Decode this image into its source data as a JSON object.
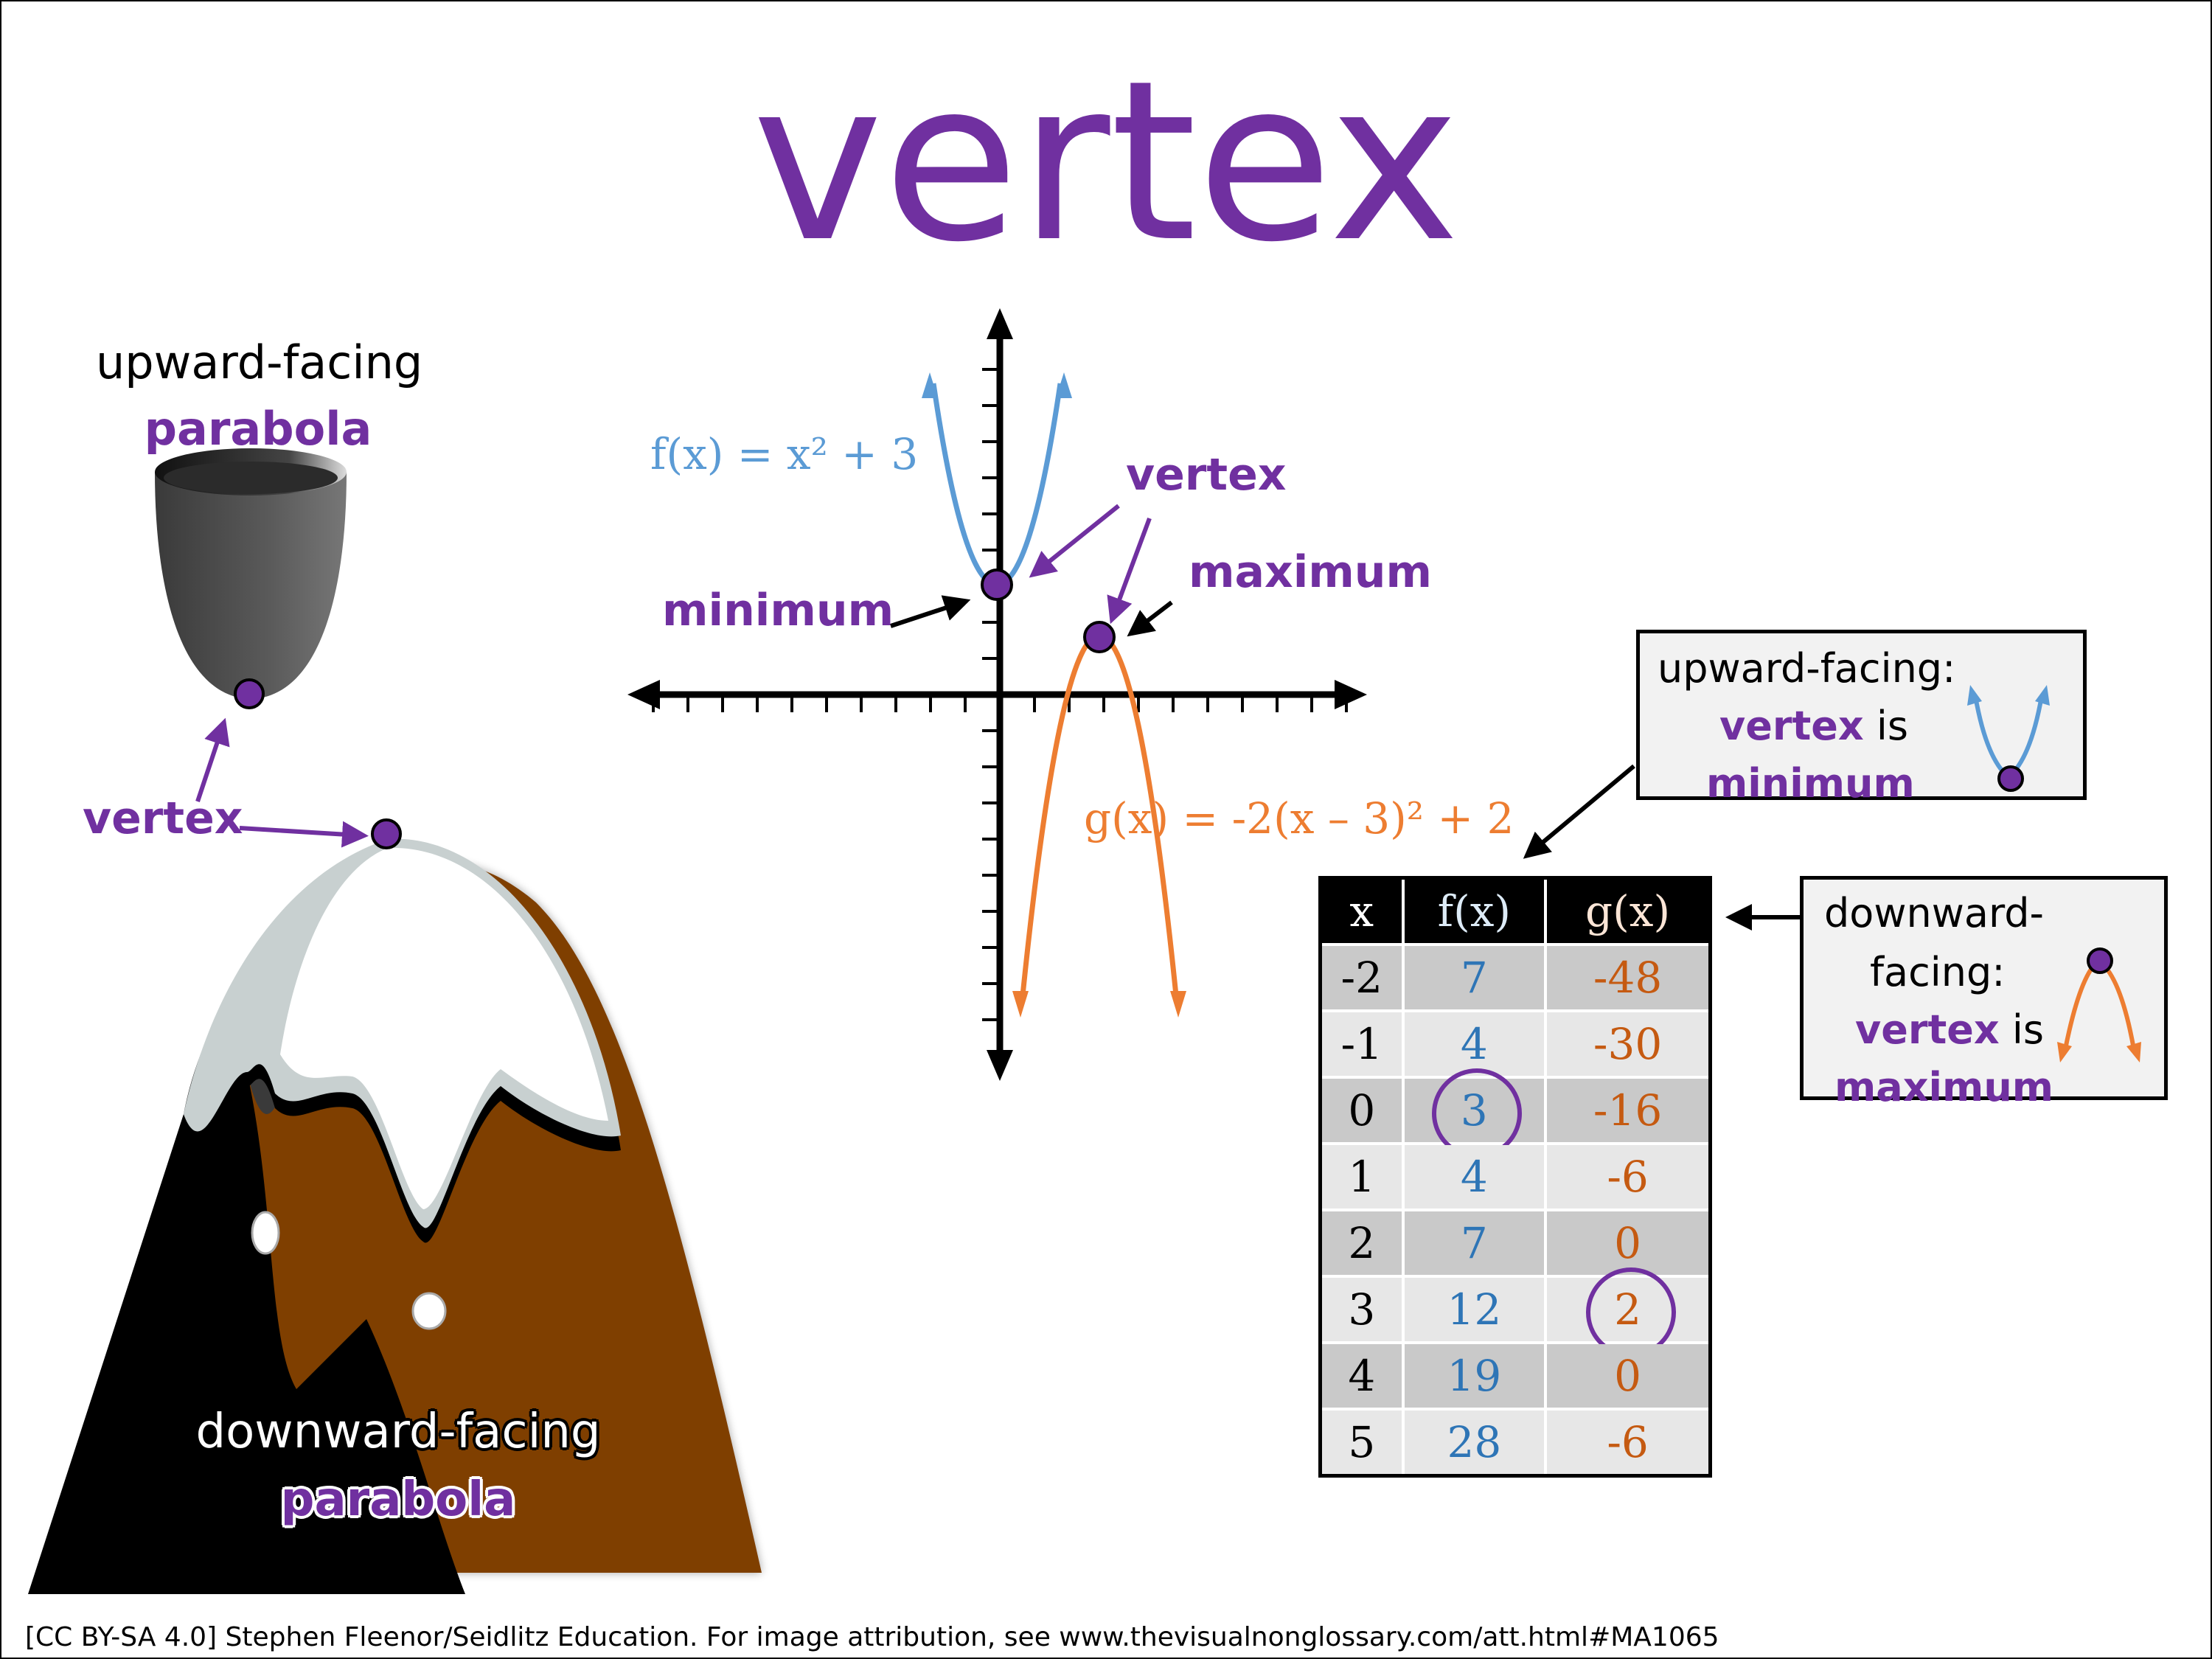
{
  "title": "vertex",
  "colors": {
    "purple": "#7030a0",
    "f_curve": "#5b9bd5",
    "g_curve": "#ed7d31",
    "f_table": "#2e75b6",
    "g_table": "#c55a11",
    "mountain": "#7f3f00"
  },
  "left": {
    "cup_caption_line1": "upward-facing",
    "cup_caption_line2": "parabola",
    "vertex_label": "vertex",
    "mountain_caption_line1": "downward-facing",
    "mountain_caption_line2": "parabola"
  },
  "graph": {
    "f_label": "f(x) = x² + 3",
    "g_label": "g(x) = -2(x – 3)² + 2",
    "vertex_label": "vertex",
    "minimum_label": "minimum",
    "maximum_label": "maximum"
  },
  "table": {
    "headers": [
      "x",
      "f(x)",
      "g(x)"
    ],
    "rows": [
      {
        "x": "-2",
        "f": "7",
        "g": "-48"
      },
      {
        "x": "-1",
        "f": "4",
        "g": "-30"
      },
      {
        "x": "0",
        "f": "3",
        "g": "-16",
        "circled": "f"
      },
      {
        "x": "1",
        "f": "4",
        "g": "-6"
      },
      {
        "x": "2",
        "f": "7",
        "g": "0"
      },
      {
        "x": "3",
        "f": "12",
        "g": "2",
        "circled": "g"
      },
      {
        "x": "4",
        "f": "19",
        "g": "0"
      },
      {
        "x": "5",
        "f": "28",
        "g": "-6"
      }
    ]
  },
  "upward_box": {
    "line1": "upward-facing:",
    "vertex_word": "vertex",
    "is_word": " is",
    "line3": "minimum"
  },
  "downward_box": {
    "line1": "downward-",
    "line2": "facing:",
    "vertex_word": "vertex",
    "is_word": " is",
    "line4": "maximum"
  },
  "attribution": "[CC BY-SA 4.0] Stephen Fleenor/Seidlitz Education.  For image attribution, see www.thevisualnonglossary.com/att.html#MA1065"
}
